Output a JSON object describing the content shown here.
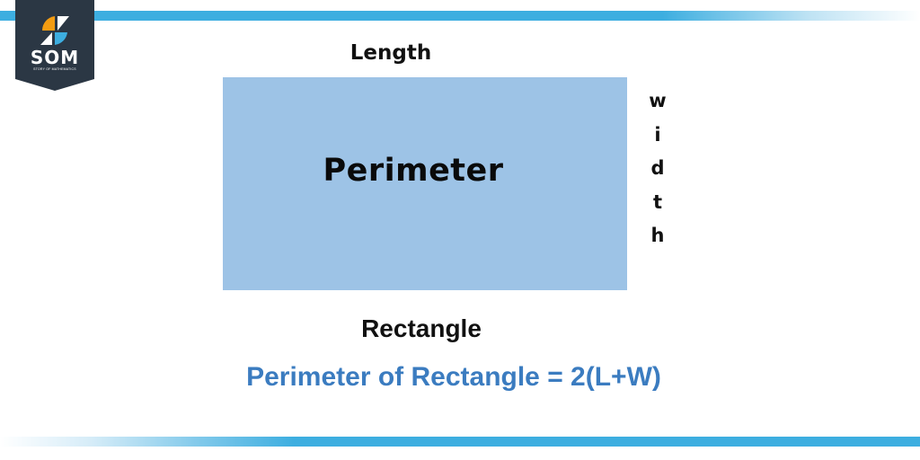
{
  "branding": {
    "logo_text": "SOM",
    "logo_subtitle": "STORY OF MATHEMATICS",
    "colors": {
      "badge": "#2b3744",
      "orange": "#f39c12",
      "blue": "#3daee0",
      "bar": "#3daee0"
    }
  },
  "diagram": {
    "top_label": "Length",
    "shape_text": "Perimeter",
    "side_label_letters": [
      "w",
      "i",
      "d",
      "t",
      "h"
    ],
    "shape_name": "Rectangle",
    "formula": "Perimeter of Rectangle = 2(L+W)",
    "colors": {
      "rectangle_fill": "#9dc3e6",
      "formula_text": "#3b7cc0",
      "label_text": "#111111"
    }
  }
}
